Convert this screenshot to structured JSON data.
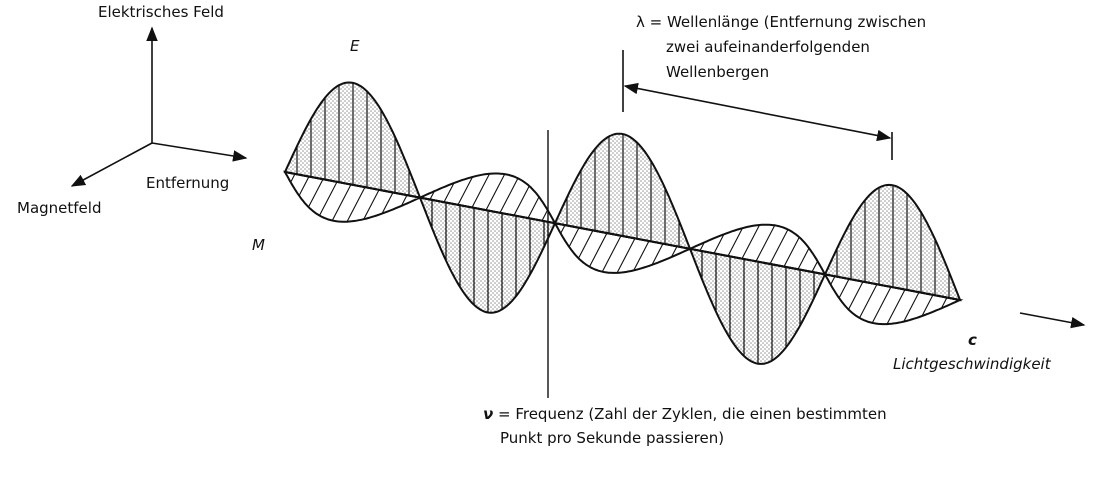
{
  "axes": {
    "vertical_label": "Elektrisches Feld",
    "horizontal_label": "Entfernung",
    "diagonal_label": "Magnetfeld"
  },
  "wave": {
    "electric_symbol": "E",
    "magnetic_symbol": "M",
    "speed_symbol": "c",
    "speed_label": "Lichtgeschwindigkeit"
  },
  "wavelength": {
    "line1": "λ = Wellenlänge (Entfernung zwischen",
    "line2": "zwei aufeinanderfolgenden",
    "line3": "Wellenbergen"
  },
  "frequency": {
    "symbol": "ν",
    "line1": " = Frequenz (Zahl der Zyklen, die einen bestimmten",
    "line2": "Punkt pro Sekunde passieren)"
  },
  "colors": {
    "ink": "#111111",
    "stipple": "#9a9a9a"
  }
}
